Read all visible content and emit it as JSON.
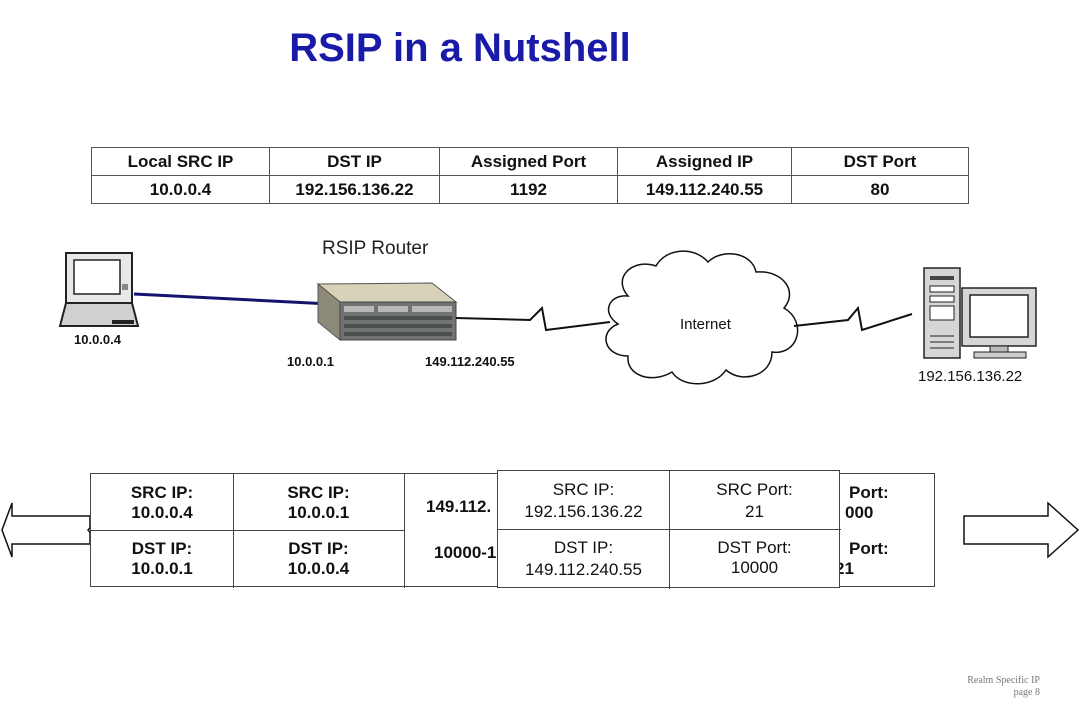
{
  "title": "RSIP in a Nutshell",
  "nat_table": {
    "headers": [
      "Local SRC IP",
      "DST IP",
      "Assigned Port",
      "Assigned IP",
      "DST Port"
    ],
    "row": [
      "10.0.0.4",
      "192.156.136.22",
      "1192",
      "149.112.240.55",
      "80"
    ]
  },
  "diagram": {
    "laptop_ip": "10.0.0.4",
    "router_label": "RSIP Router",
    "router_inside_ip": "10.0.0.1",
    "router_outside_ip": "149.112.240.55",
    "cloud_label": "Internet",
    "server_ip": "192.156.136.22"
  },
  "packets": {
    "back_box": {
      "src_ip_label": "SRC IP:",
      "src_ip": "10.0.0.4",
      "dst_ip_label": "DST IP:",
      "dst_ip": "10.0.0.1",
      "outer_src_label": "SRC IP:",
      "outer_src": "10.0.0.1",
      "outer_dst_label": "DST IP:",
      "outer_dst": "10.0.0.4",
      "mid_top": "149.112.",
      "mid_bottom": "10000-1",
      "right_top_label": "Port:",
      "right_top_value": "000",
      "right_bottom_label": "Port:",
      "right_bottom_value": "21"
    },
    "front_box": {
      "src_ip_label": "SRC IP:",
      "src_ip": "192.156.136.22",
      "src_port_label": "SRC Port:",
      "src_port": "21",
      "dst_ip_label": "DST IP:",
      "dst_ip": "149.112.240.55",
      "dst_port_label": "DST Port:",
      "dst_port": "10000"
    }
  },
  "footer": {
    "line1": "Realm Specific IP",
    "line2": "page 8"
  }
}
